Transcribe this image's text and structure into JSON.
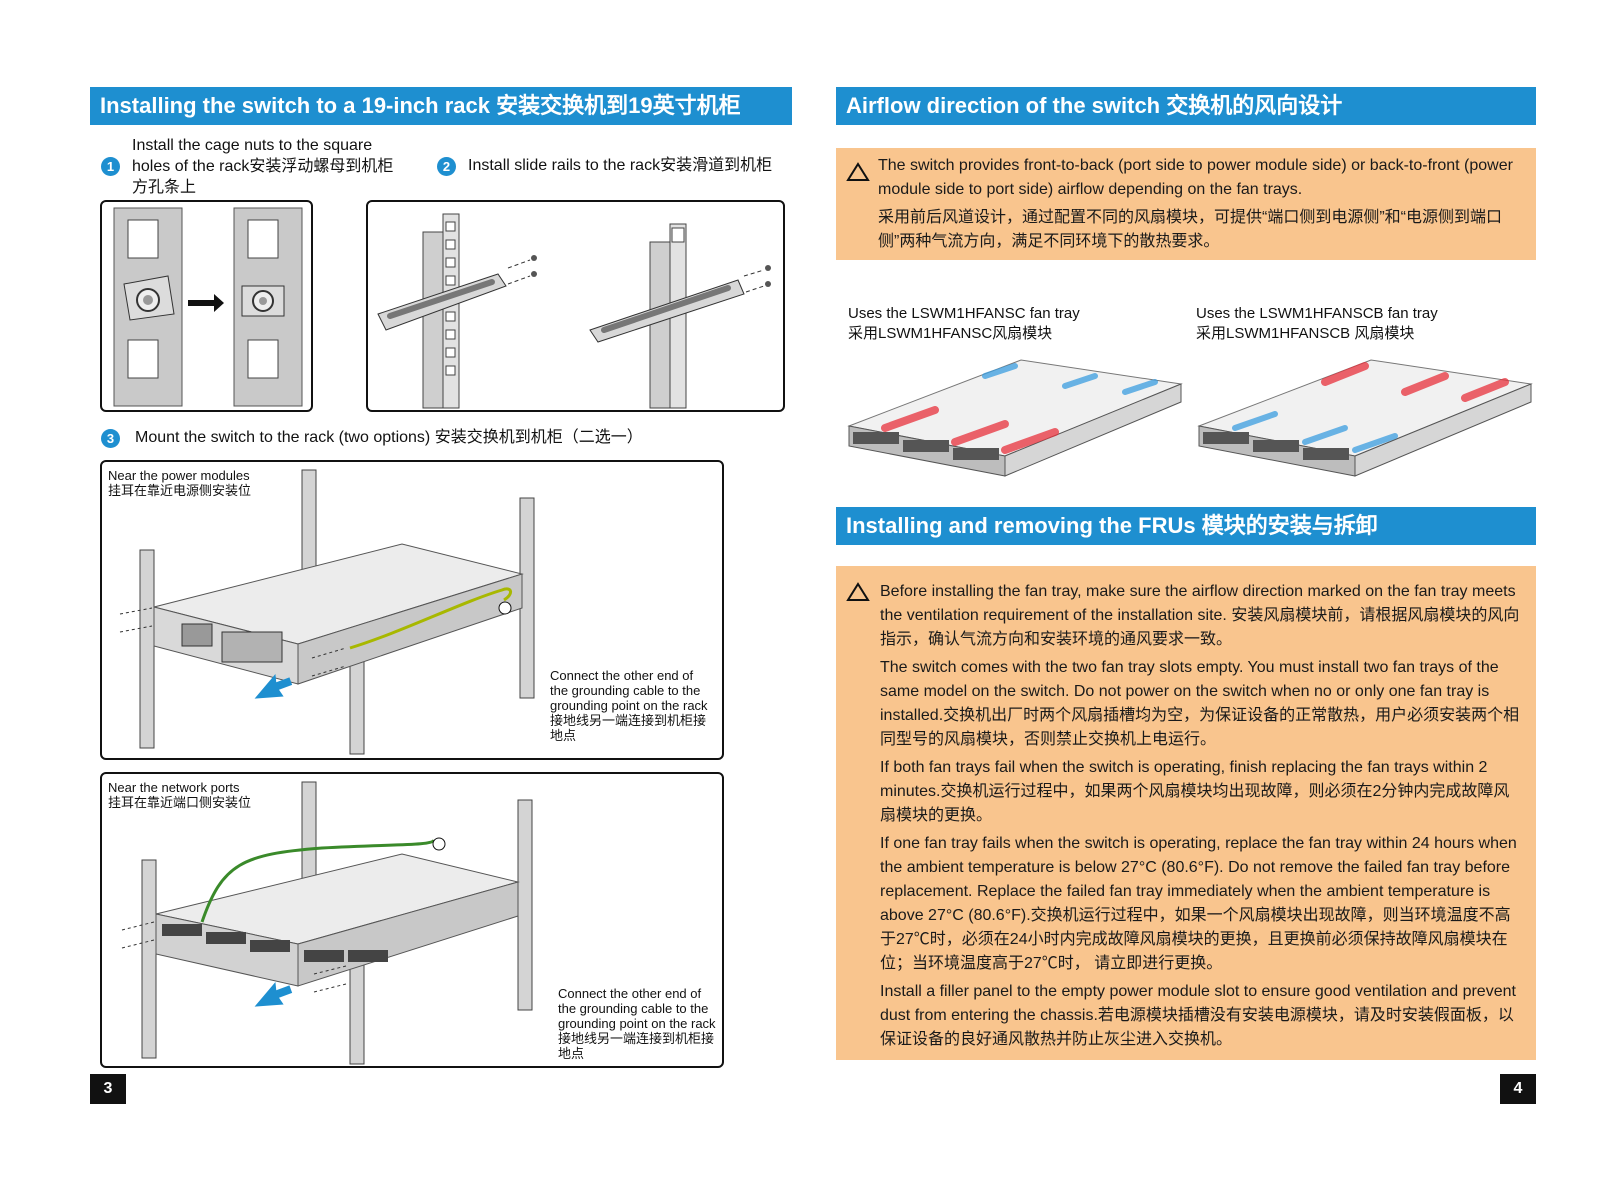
{
  "left": {
    "header": "Installing the switch to a 19-inch rack 安装交换机到19英寸机柜",
    "steps": [
      {
        "num": "1",
        "text": "Install the cage nuts to the square holes of the rack安装浮动螺母到机柜方孔条上"
      },
      {
        "num": "2",
        "text": "Install slide rails to the rack安装滑道到机柜"
      },
      {
        "num": "3",
        "text": "Mount the switch to the rack (two options) 安装交换机到机柜（二选一）"
      }
    ],
    "option_a": {
      "title_en": "Near the power modules",
      "title_zh": "挂耳在靠近电源侧安装位",
      "ground_note": "Connect the other end of the grounding cable to the grounding point on the rack 接地线另一端连接到机柜接地点"
    },
    "option_b": {
      "title_en": "Near the network ports",
      "title_zh": "挂耳在靠近端口侧安装位",
      "ground_note": "Connect the other end of the grounding cable to the grounding point on the rack 接地线另一端连接到机柜接地点"
    },
    "page_number": "3"
  },
  "right": {
    "header_airflow": "Airflow direction of the switch 交换机的风向设计",
    "airflow_note_en": "The switch provides front-to-back (port side to power module side) or back-to-front (power module side to port side) airflow depending on the fan trays.",
    "airflow_note_zh": "采用前后风道设计，通过配置不同的风扇模块，可提供“端口侧到电源侧”和“电源侧到端口侧”两种气流方向，满足不同环境下的散热要求。",
    "fan_a": {
      "en": "Uses the LSWM1HFANSC fan tray",
      "zh": "采用LSWM1HFANSC风扇模块"
    },
    "fan_b": {
      "en": "Uses the LSWM1HFANSCB  fan tray",
      "zh": "采用LSWM1HFANSCB 风扇模块"
    },
    "header_fru": "Installing and removing the FRUs 模块的安装与拆卸",
    "fru_paragraphs": [
      "Before installing the fan tray, make sure the airflow direction marked on the fan tray meets the ventilation requirement of the installation site. 安装风扇模块前，请根据风扇模块的风向指示，确认气流方向和安装环境的通风要求一致。",
      "The switch comes with the two fan tray slots empty. You must install two fan trays of the same model on the switch. Do not power on the switch when no or only one fan tray is installed.交换机出厂时两个风扇插槽均为空，为保证设备的正常散热，用户必须安装两个相同型号的风扇模块，否则禁止交换机上电运行。",
      "If both fan trays fail when the switch is operating, finish replacing the fan trays within 2 minutes.交换机运行过程中，如果两个风扇模块均出现故障，则必须在2分钟内完成故障风扇模块的更换。",
      "If one fan tray fails when the switch is operating, replace the fan tray within 24 hours when the ambient temperature is below 27°C (80.6°F). Do not remove the failed fan tray before replacement. Replace the failed fan tray immediately when the ambient temperature is above 27°C (80.6°F).交换机运行过程中，如果一个风扇模块出现故障，则当环境温度不高于27℃时，必须在24小时内完成故障风扇模块的更换，且更换前必须保持故障风扇模块在位；当环境温度高于27℃时， 请立即进行更换。",
      "Install a filler panel to the empty power module slot to ensure good ventilation and prevent dust from entering the chassis.若电源模块插槽没有安装电源模块，请及时安装假面板，以保证设备的良好通风散热并防止灰尘进入交换机。"
    ],
    "page_number": "4"
  },
  "colors": {
    "accent": "#1e8fd0",
    "note_bg": "#f9c58e",
    "airflow_hot": "#e8323c",
    "airflow_cool": "#3b9ee0"
  }
}
